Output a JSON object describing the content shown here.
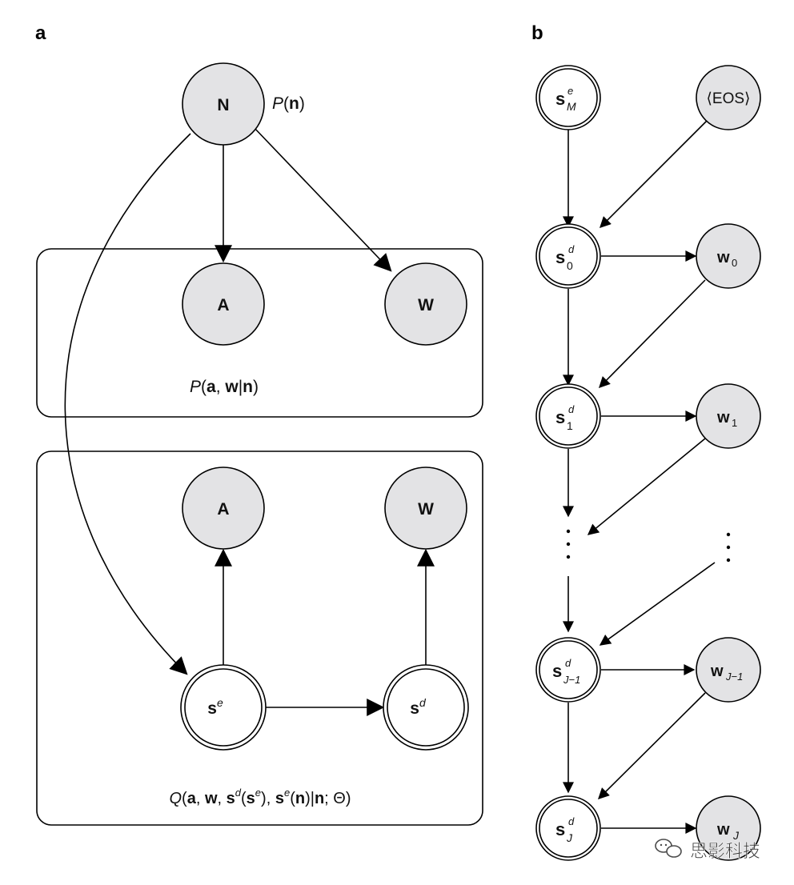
{
  "panels": {
    "a": "a",
    "b": "b"
  },
  "panel_a": {
    "node_n": "N",
    "prior_label": {
      "fn": "P",
      "arg": "n"
    },
    "plate_p": {
      "node_a": "A",
      "node_w": "W",
      "caption": {
        "fn": "P",
        "a": "a",
        "sep1": ", ",
        "w": "w",
        "bar": "|",
        "n": "n"
      }
    },
    "plate_q": {
      "node_a": "A",
      "node_w": "W",
      "node_se": {
        "base": "s",
        "sup": "e"
      },
      "node_sd": {
        "base": "s",
        "sup": "d"
      },
      "caption": {
        "fn": "Q",
        "a": "a",
        "sep1": ", ",
        "w": "w",
        "sep2": ", ",
        "sd": "s",
        "sd_sup": "d",
        "se_inner": "s",
        "se_inner_sup": "e",
        "sep3": ", ",
        "se": "s",
        "se_sup": "e",
        "n_inner": "n",
        "bar": "|",
        "n": "n",
        "semi": "; ",
        "theta": "Θ"
      }
    }
  },
  "panel_b": {
    "node_se_m": {
      "base": "s",
      "sup": "e",
      "sub": "M"
    },
    "node_eos": "⟨EOS⟩",
    "node_sd0": {
      "base": "s",
      "sup": "d",
      "sub": "0"
    },
    "node_w0": {
      "base": "w",
      "sub": "0"
    },
    "node_sd1": {
      "base": "s",
      "sup": "d",
      "sub": "1"
    },
    "node_w1": {
      "base": "w",
      "sub": "1"
    },
    "node_sdj1": {
      "base": "s",
      "sup": "d",
      "sub": "J−1"
    },
    "node_wj1": {
      "base": "w",
      "sub": "J−1"
    },
    "node_sdj": {
      "base": "s",
      "sup": "d",
      "sub": "J"
    },
    "node_wj": {
      "base": "w",
      "sub": "J"
    }
  },
  "watermark": "思影科技",
  "colors": {
    "node_fill": "#e3e3e5",
    "stroke": "#000000"
  }
}
